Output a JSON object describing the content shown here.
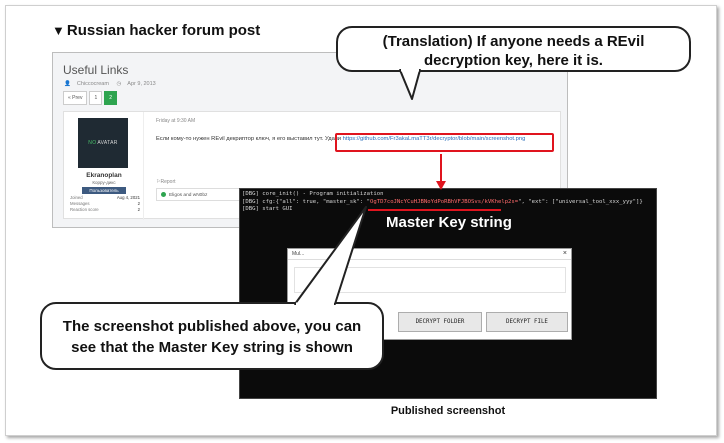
{
  "figure": {
    "title": "Russian hacker forum post",
    "caption": "Published screenshot",
    "accent_red": "#e0141e"
  },
  "forum": {
    "title": "Useful Links",
    "author_meta": "Chiccocream",
    "date_meta": "Apr 9, 2013",
    "pager": {
      "prev": "« Prev",
      "page1": "1",
      "page2": "2"
    },
    "post": {
      "date": "Friday at 9:30 AM",
      "text": "Если кому-то нужен REvil декриптор ключ, я его выставил тут. Удачи",
      "link": "https://github.com/Fr3akaLmaTT3r/decryptor/blob/main/screenshot.png",
      "report": "Report",
      "reactions": "Eligos and wN0bz"
    },
    "author": {
      "avatar_no": "NO",
      "avatar_text": "AVATAR",
      "name": "Ekranoplan",
      "title": "Корру-дикс",
      "badge": "Пользователь",
      "stats": [
        {
          "label": "Joined",
          "value": "Aug 4, 2021"
        },
        {
          "label": "Messages",
          "value": "2"
        },
        {
          "label": "Reaction score",
          "value": "2"
        }
      ]
    }
  },
  "callouts": {
    "top_line1": "(Translation) If anyone needs a REvil",
    "top_line2": "decryption key, here it is.",
    "bottom_line1": "The screenshot published above, you can",
    "bottom_line2": "see that the Master Key string is shown"
  },
  "terminal": {
    "line1": "[DBG] core_init() - Program initialization",
    "line2_pre": "[DBG] cfg:{\"all\": true, \"master_sk\": \"",
    "line2_key": "OgTD7coJNcYCuHJBNoYdPoRBhVFJBOSvs/kVKhelp2s=",
    "line2_post": "\", \"ext\": [\"universal_tool_xxx_yyy\"]}",
    "line3": "[DBG] start GUI",
    "master_key_label": "Master Key string",
    "dialog_title": "Mul...",
    "dialog_close": "×",
    "btn_folder": "DECRYPT FOLDER",
    "btn_file": "DECRYPT FILE"
  }
}
